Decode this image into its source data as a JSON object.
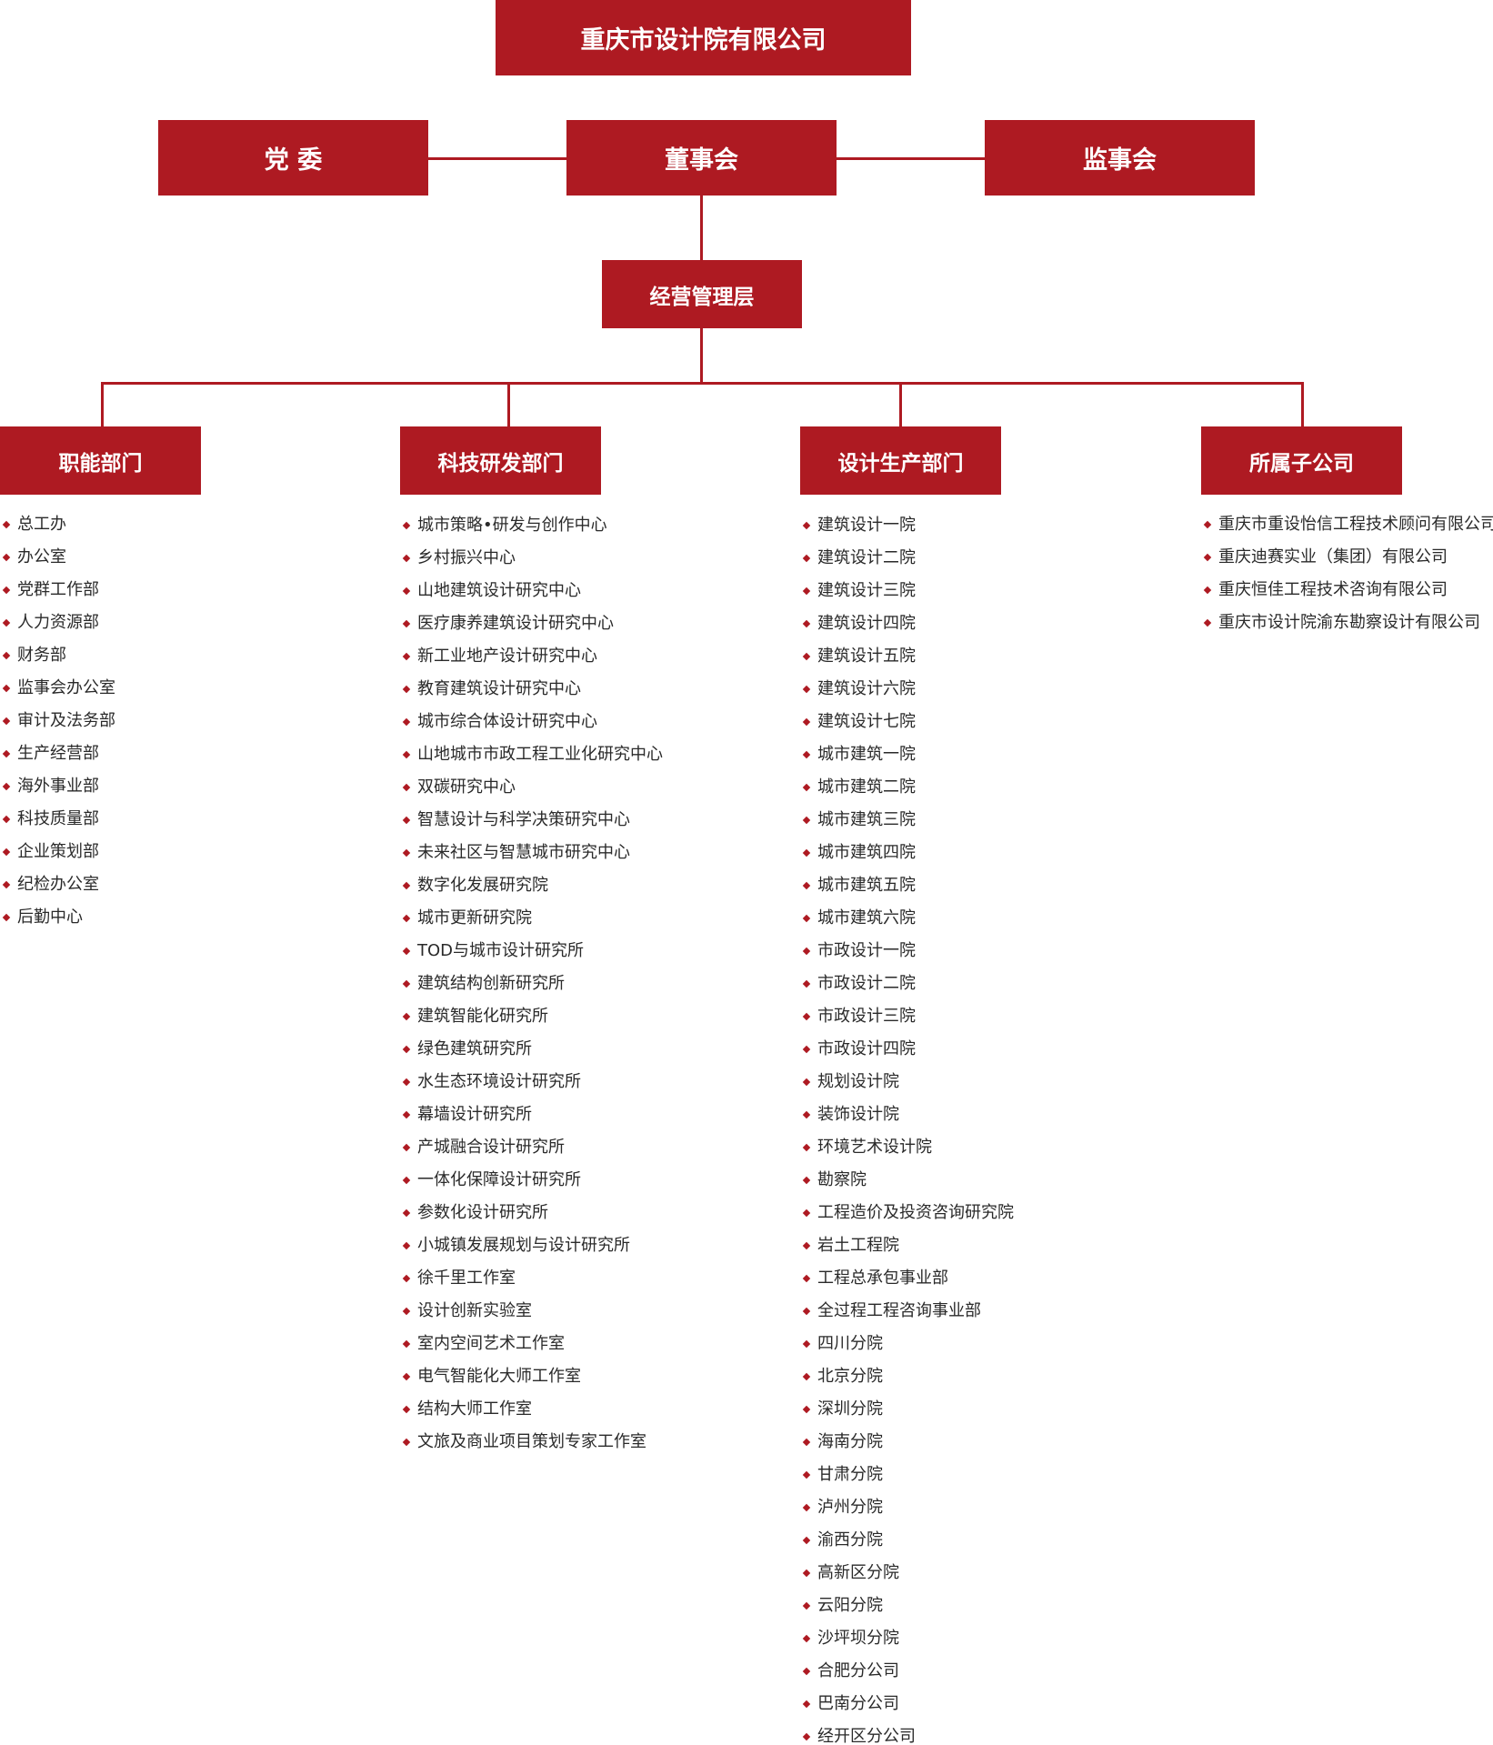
{
  "colors": {
    "accent": "#ae1a22",
    "text": "#2a2a2a"
  },
  "top": {
    "company": "重庆市设计院有限公司"
  },
  "governance": {
    "party": "党 委",
    "board": "董事会",
    "supervisors": "监事会"
  },
  "management": {
    "label": "经营管理层"
  },
  "departments": [
    {
      "title": "职能部门",
      "items": [
        "总工办",
        "办公室",
        "党群工作部",
        "人力资源部",
        "财务部",
        "监事会办公室",
        "审计及法务部",
        "生产经营部",
        "海外事业部",
        "科技质量部",
        "企业策划部",
        "纪检办公室",
        "后勤中心"
      ]
    },
    {
      "title": "科技研发部门",
      "items": [
        "城市策略•研发与创作中心",
        "乡村振兴中心",
        "山地建筑设计研究中心",
        "医疗康养建筑设计研究中心",
        "新工业地产设计研究中心",
        "教育建筑设计研究中心",
        "城市综合体设计研究中心",
        "山地城市市政工程工业化研究中心",
        "双碳研究中心",
        "智慧设计与科学决策研究中心",
        "未来社区与智慧城市研究中心",
        "数字化发展研究院",
        "城市更新研究院",
        "TOD与城市设计研究所",
        "建筑结构创新研究所",
        "建筑智能化研究所",
        "绿色建筑研究所",
        "水生态环境设计研究所",
        "幕墙设计研究所",
        "产城融合设计研究所",
        "一体化保障设计研究所",
        "参数化设计研究所",
        "小城镇发展规划与设计研究所",
        "徐千里工作室",
        "设计创新实验室",
        "室内空间艺术工作室",
        "电气智能化大师工作室",
        "结构大师工作室",
        "文旅及商业项目策划专家工作室"
      ]
    },
    {
      "title": "设计生产部门",
      "items": [
        "建筑设计一院",
        "建筑设计二院",
        "建筑设计三院",
        "建筑设计四院",
        "建筑设计五院",
        "建筑设计六院",
        "建筑设计七院",
        "城市建筑一院",
        "城市建筑二院",
        "城市建筑三院",
        "城市建筑四院",
        "城市建筑五院",
        "城市建筑六院",
        "市政设计一院",
        "市政设计二院",
        "市政设计三院",
        "市政设计四院",
        "规划设计院",
        "装饰设计院",
        "环境艺术设计院",
        "勘察院",
        "工程造价及投资咨询研究院",
        "岩土工程院",
        "工程总承包事业部",
        "全过程工程咨询事业部",
        "四川分院",
        "北京分院",
        "深圳分院",
        "海南分院",
        "甘肃分院",
        "泸州分院",
        "渝西分院",
        "高新区分院",
        "云阳分院",
        "沙坪坝分院",
        "合肥分公司",
        "巴南分公司",
        "经开区分公司"
      ]
    },
    {
      "title": "所属子公司",
      "items": [
        "重庆市重设怡信工程技术顾问有限公司",
        "重庆迪赛实业（集团）有限公司",
        "重庆恒佳工程技术咨询有限公司",
        "重庆市设计院渝东勘察设计有限公司"
      ]
    }
  ]
}
